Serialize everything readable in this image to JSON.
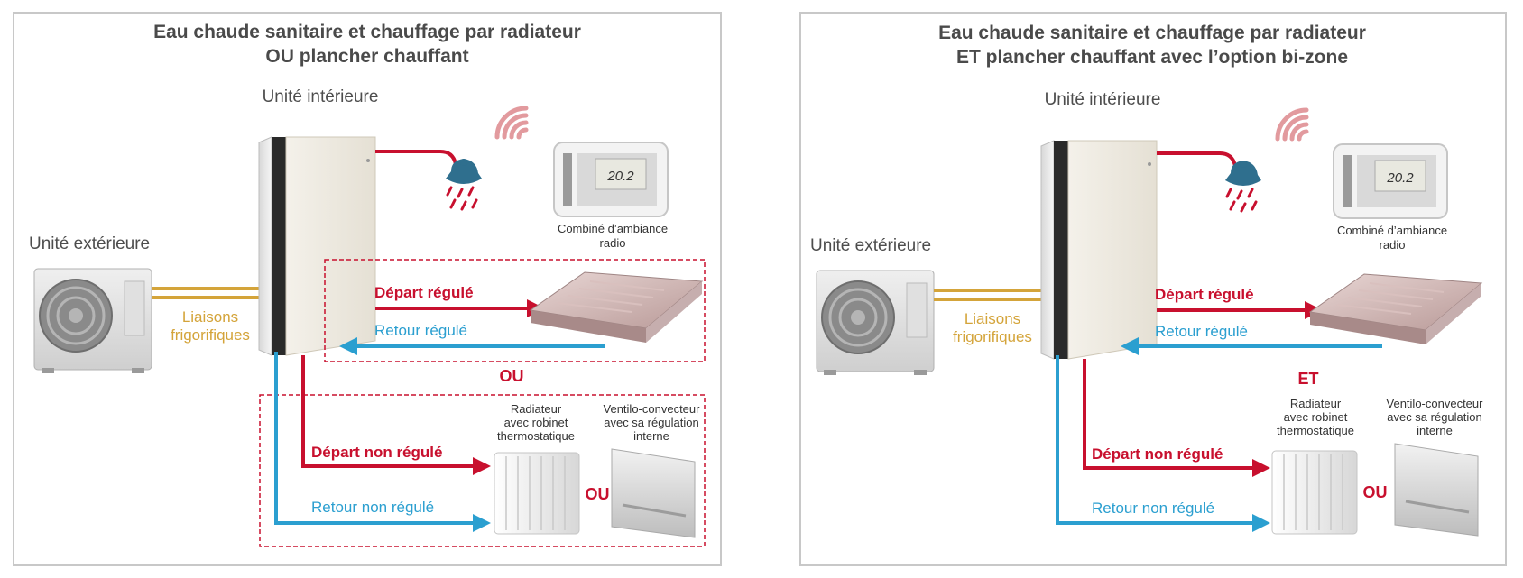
{
  "colors": {
    "red": "#c8102e",
    "blue": "#2b9fd0",
    "gold": "#d4a43a",
    "title": "#4a4a4a",
    "label": "#4d4d4d",
    "frame": "#c8c8c8",
    "shower": "#2f6f8e",
    "wifi": "#e29a9e"
  },
  "panels": [
    {
      "title_line1": "Eau chaude sanitaire et chauffage par radiateur",
      "title_line2": "OU plancher chauffant",
      "indoor_unit_label": "Unité intérieure",
      "outdoor_unit_label": "Unité extérieure",
      "refrigerant_label_line1": "Liaisons",
      "refrigerant_label_line2": "frigorifiques",
      "thermostat_label_line1": "Combiné d’ambiance",
      "thermostat_label_line2": "radio",
      "thermostat_display": "20.2",
      "regulated_supply_label": "Départ régulé",
      "regulated_return_label": "Retour régulé",
      "middle_connector": "OU",
      "unregulated_supply_label": "Départ non régulé",
      "unregulated_return_label": "Retour non régulé",
      "radiator_label_line1": "Radiateur",
      "radiator_label_line2": "avec robinet",
      "radiator_label_line3": "thermostatique",
      "fancoil_label_line1": "Ventilo-convecteur",
      "fancoil_label_line2": "avec sa régulation",
      "fancoil_label_line3": "interne",
      "emitter_connector": "OU",
      "dashed_zones": true
    },
    {
      "title_line1": "Eau chaude sanitaire et chauffage par radiateur",
      "title_line2": "ET plancher chauffant avec l’option bi-zone",
      "indoor_unit_label": "Unité intérieure",
      "outdoor_unit_label": "Unité extérieure",
      "refrigerant_label_line1": "Liaisons",
      "refrigerant_label_line2": "frigorifiques",
      "thermostat_label_line1": "Combiné d’ambiance",
      "thermostat_label_line2": "radio",
      "thermostat_display": "20.2",
      "regulated_supply_label": "Départ régulé",
      "regulated_return_label": "Retour régulé",
      "middle_connector": "ET",
      "unregulated_supply_label": "Départ non régulé",
      "unregulated_return_label": "Retour non régulé",
      "radiator_label_line1": "Radiateur",
      "radiator_label_line2": "avec robinet",
      "radiator_label_line3": "thermostatique",
      "fancoil_label_line1": "Ventilo-convecteur",
      "fancoil_label_line2": "avec sa régulation",
      "fancoil_label_line3": "interne",
      "emitter_connector": "OU",
      "dashed_zones": false
    }
  ]
}
